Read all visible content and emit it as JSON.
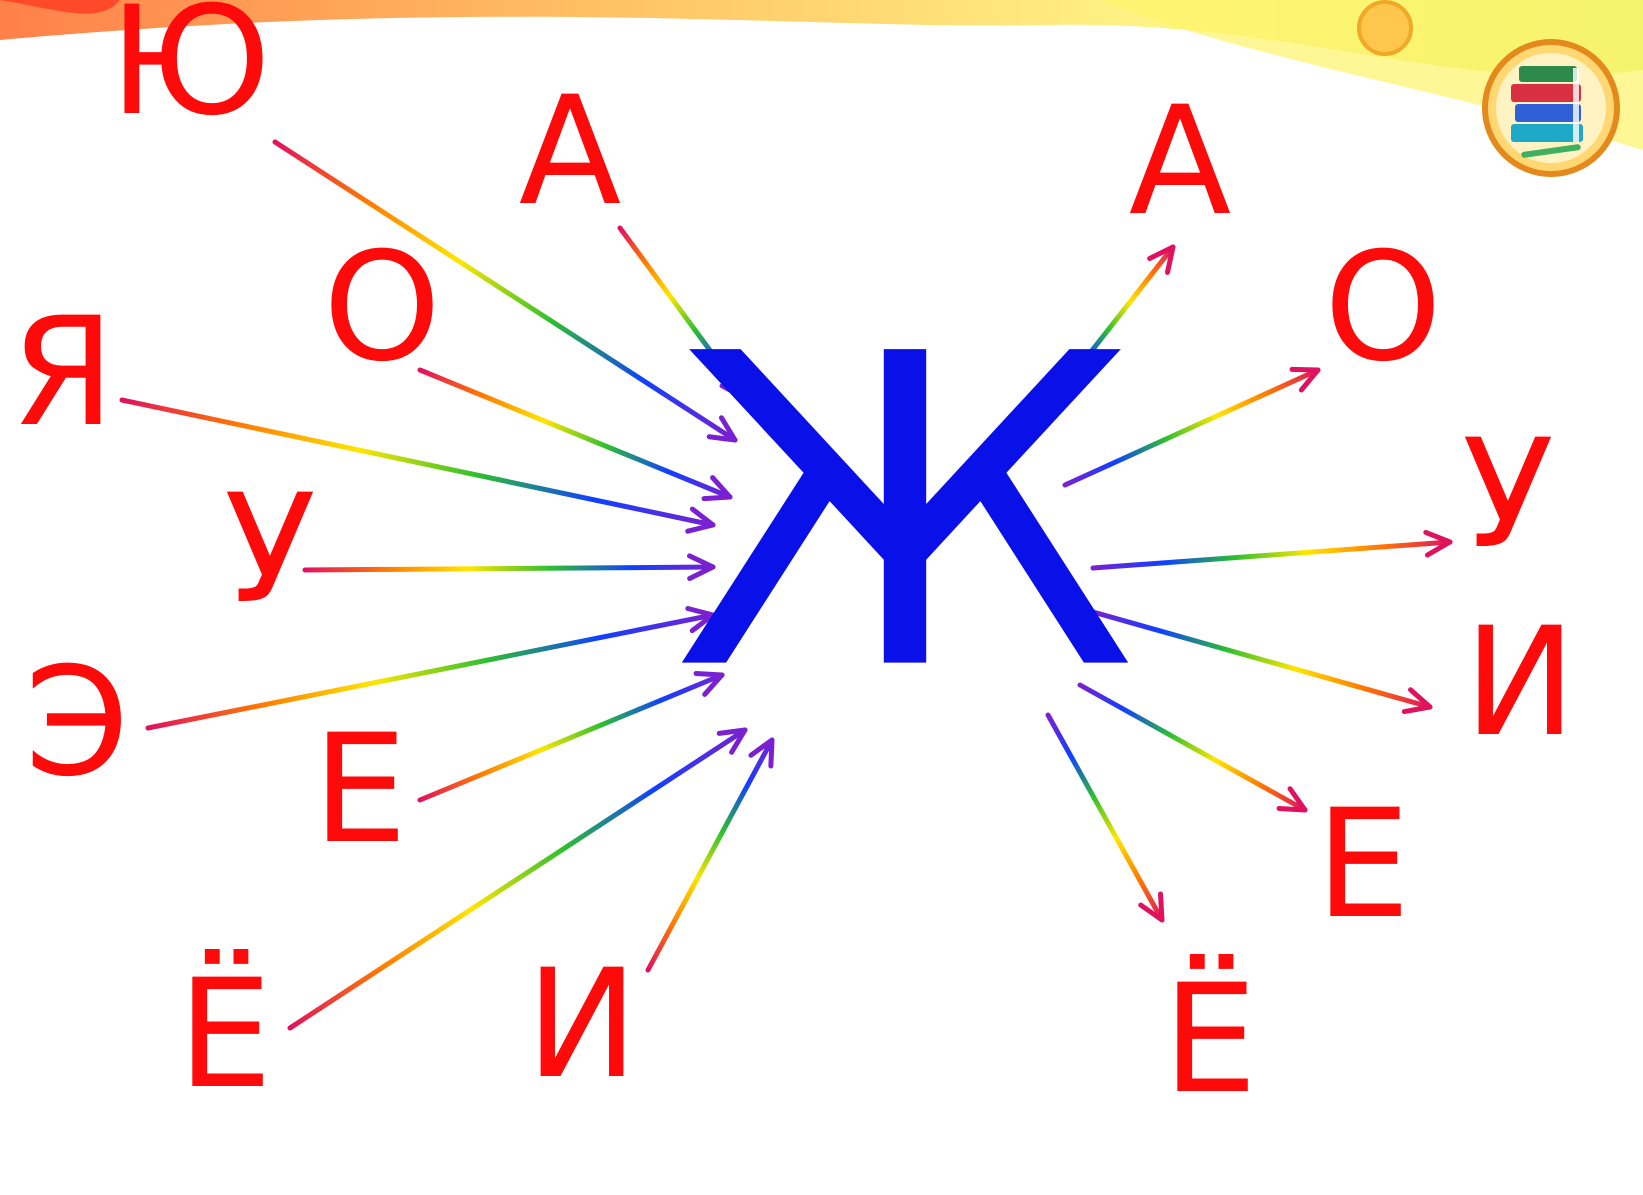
{
  "colors": {
    "consonant": "#0a10e8",
    "vowel": "#ff0a0a",
    "arrow_rainbow": [
      "#e0115f",
      "#ff7a00",
      "#ffe600",
      "#2ec02e",
      "#1040ff",
      "#7a20d0"
    ]
  },
  "center": {
    "letter": "Ж"
  },
  "left_vowels": [
    "Ю",
    "А",
    "О",
    "Я",
    "У",
    "Э",
    "Е",
    "Ё",
    "И"
  ],
  "right_vowels": [
    "А",
    "О",
    "У",
    "И",
    "Е",
    "Ё"
  ],
  "icons": {
    "corner_badge": "books-icon"
  }
}
